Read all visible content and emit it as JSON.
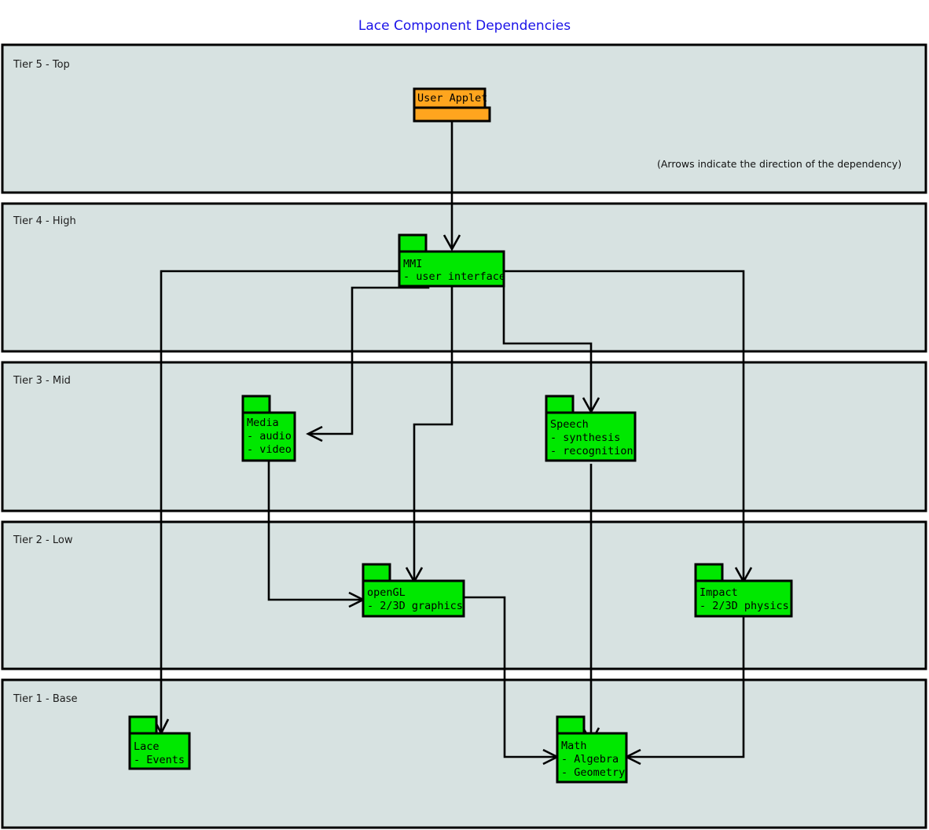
{
  "title": "Lace Component Dependencies",
  "note": "(Arrows indicate the direction of the dependency)",
  "colors": {
    "title": "#1a12e8",
    "tier_fill": "#d7e2e1",
    "tier_stroke": "#000000",
    "package_green": "#00e800",
    "package_orange": "#ffa51e",
    "connector": "#000000",
    "page_background": "#ffffff"
  },
  "tiers": [
    {
      "id": "tier5",
      "label": "Tier 5 - Top"
    },
    {
      "id": "tier4",
      "label": "Tier 4 - High"
    },
    {
      "id": "tier3",
      "label": "Tier 3 - Mid"
    },
    {
      "id": "tier2",
      "label": "Tier 2 - Low"
    },
    {
      "id": "tier1",
      "label": "Tier 1 - Base"
    }
  ],
  "packages": [
    {
      "id": "user_applet",
      "name": "User Applet",
      "items": [],
      "tier": "tier5",
      "color": "#ffa51e"
    },
    {
      "id": "mmi",
      "name": "MMI",
      "items": [
        "- user interface"
      ],
      "tier": "tier4",
      "color": "#00e800"
    },
    {
      "id": "media",
      "name": "Media",
      "items": [
        "- audio",
        "- video"
      ],
      "tier": "tier3",
      "color": "#00e800"
    },
    {
      "id": "speech",
      "name": "Speech",
      "items": [
        "- synthesis",
        "- recognition"
      ],
      "tier": "tier3",
      "color": "#00e800"
    },
    {
      "id": "opengl",
      "name": "openGL",
      "items": [
        "- 2/3D graphics"
      ],
      "tier": "tier2",
      "color": "#00e800"
    },
    {
      "id": "impact",
      "name": "Impact",
      "items": [
        "- 2/3D physics"
      ],
      "tier": "tier2",
      "color": "#00e800"
    },
    {
      "id": "lace",
      "name": "Lace",
      "items": [
        "- Events"
      ],
      "tier": "tier1",
      "color": "#00e800"
    },
    {
      "id": "math",
      "name": "Math",
      "items": [
        "- Algebra",
        "- Geometry"
      ],
      "tier": "tier1",
      "color": "#00e800"
    }
  ],
  "dependencies": [
    {
      "from": "user_applet",
      "to": "mmi"
    },
    {
      "from": "mmi",
      "to": "media"
    },
    {
      "from": "mmi",
      "to": "speech"
    },
    {
      "from": "mmi",
      "to": "opengl"
    },
    {
      "from": "mmi",
      "to": "impact"
    },
    {
      "from": "mmi",
      "to": "lace"
    },
    {
      "from": "media",
      "to": "opengl"
    },
    {
      "from": "speech",
      "to": "math"
    },
    {
      "from": "opengl",
      "to": "math"
    },
    {
      "from": "impact",
      "to": "math"
    }
  ]
}
